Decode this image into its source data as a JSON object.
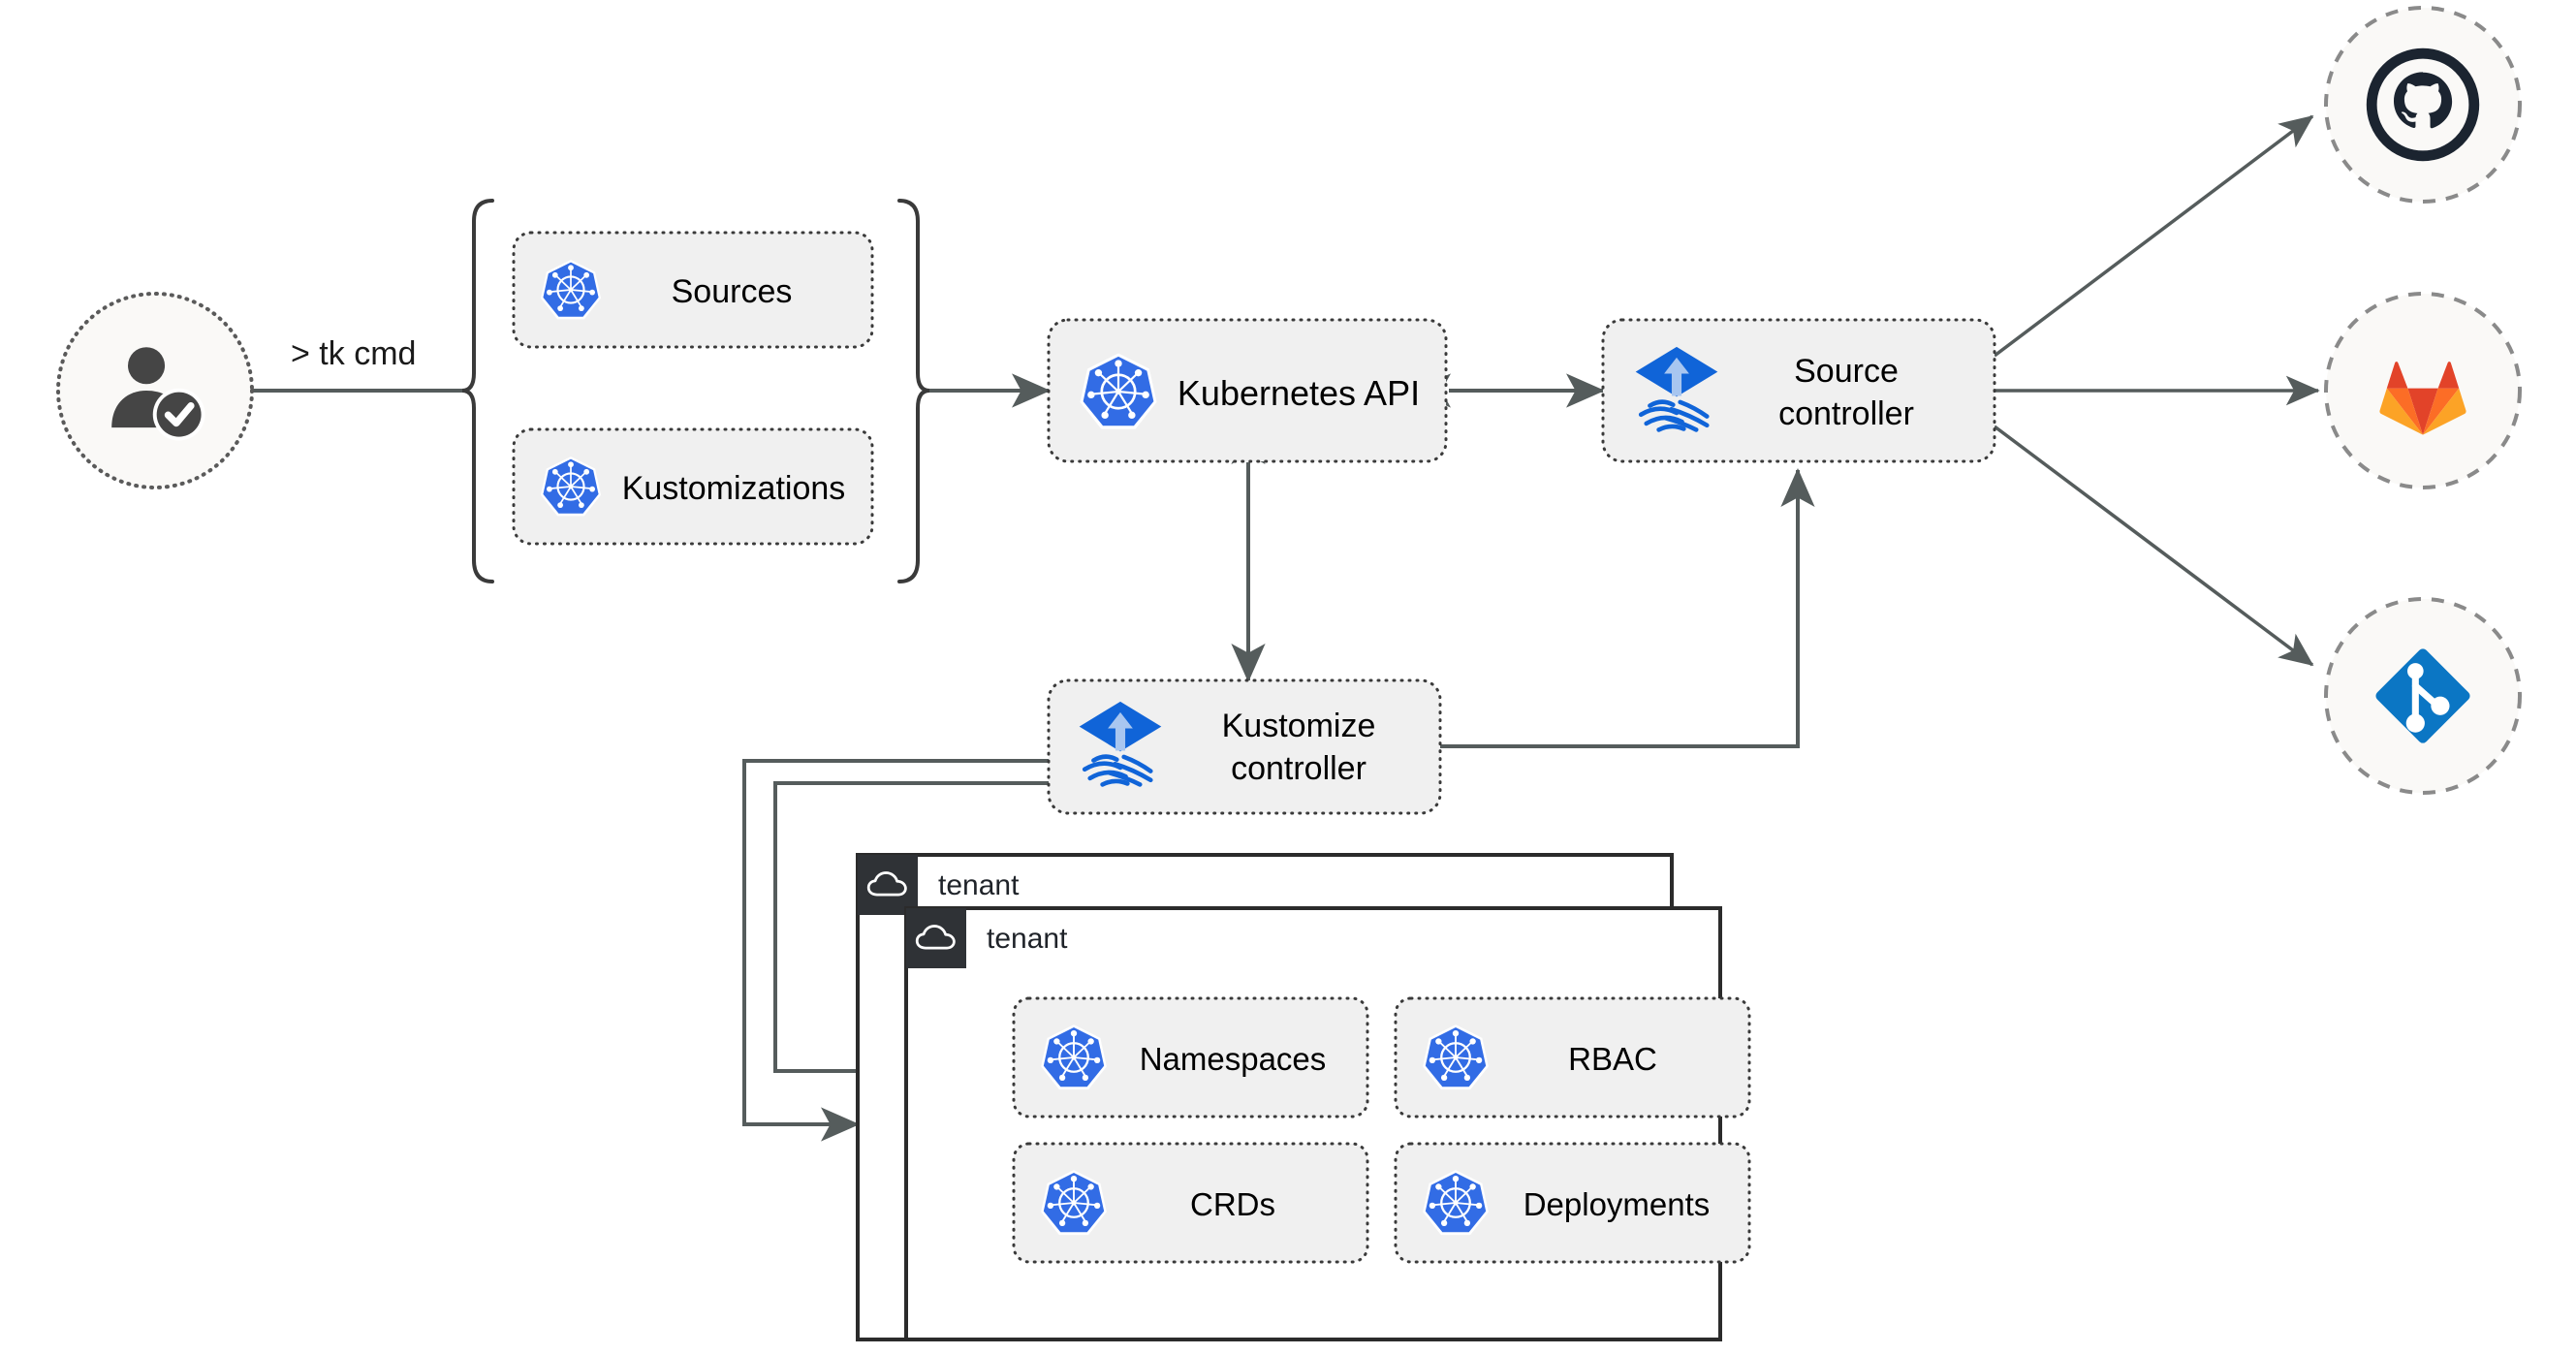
{
  "diagram": {
    "title": "Flux multi-tenancy GitOps architecture",
    "background": "#ffffff",
    "colors": {
      "kubernetes_blue": "#326CE5",
      "flux_blue": "#1064D8",
      "flux_arrow": "#A8C6F0",
      "github_dark": "#1B2430",
      "gitlab_red": "#E24329",
      "gitlab_orange": "#FC6D26",
      "gitlab_light_orange": "#FCA326",
      "git_blue": "#0B76C4",
      "node_fill": "#f0f0f0",
      "node_border": "#3a3a3a",
      "connector": "#555c5c",
      "circle_fill": "#faf9f7",
      "tenant_tab": "#2f3236",
      "tenant_border": "#2b2b2b"
    }
  },
  "actor": {
    "name": "user",
    "icon": "user-verified-icon",
    "command_label": "> tk cmd"
  },
  "manifest_group": {
    "brace": "curly-brace",
    "items": [
      {
        "label": "Sources",
        "icon": "kubernetes-icon"
      },
      {
        "label": "Kustomizations",
        "icon": "kubernetes-icon"
      }
    ]
  },
  "cluster_nodes": [
    {
      "id": "kubernetes-api",
      "label": "Kubernetes API",
      "icon": "kubernetes-icon"
    },
    {
      "id": "source-controller",
      "label_line1": "Source",
      "label_line2": "controller",
      "icon": "flux-icon"
    },
    {
      "id": "kustomize-controller",
      "label_line1": "Kustomize",
      "label_line2": "controller",
      "icon": "flux-icon"
    }
  ],
  "git_providers": [
    {
      "id": "github",
      "icon": "github-icon",
      "name": "GitHub"
    },
    {
      "id": "gitlab",
      "icon": "gitlab-icon",
      "name": "GitLab"
    },
    {
      "id": "git",
      "icon": "git-icon",
      "name": "Git"
    }
  ],
  "tenants": [
    {
      "label": "tenant",
      "icon": "cloud-icon",
      "resources": []
    },
    {
      "label": "tenant",
      "icon": "cloud-icon",
      "resources": [
        {
          "label": "Namespaces",
          "icon": "kubernetes-icon"
        },
        {
          "label": "RBAC",
          "icon": "kubernetes-icon"
        },
        {
          "label": "CRDs",
          "icon": "kubernetes-icon"
        },
        {
          "label": "Deployments",
          "icon": "kubernetes-icon"
        }
      ]
    }
  ],
  "connections": [
    {
      "from": "user",
      "to": "manifest-group",
      "label": "> tk cmd",
      "arrow": "none"
    },
    {
      "from": "manifest-group",
      "to": "kubernetes-api",
      "arrow": "single"
    },
    {
      "from": "kubernetes-api",
      "to": "source-controller",
      "arrow": "double"
    },
    {
      "from": "kubernetes-api",
      "to": "kustomize-controller",
      "arrow": "double"
    },
    {
      "from": "kustomize-controller",
      "to": "source-controller",
      "arrow": "single"
    },
    {
      "from": "source-controller",
      "to": "github",
      "arrow": "single"
    },
    {
      "from": "source-controller",
      "to": "gitlab",
      "arrow": "single"
    },
    {
      "from": "source-controller",
      "to": "git",
      "arrow": "single"
    },
    {
      "from": "kustomize-controller",
      "to": "tenant-1",
      "arrow": "single"
    },
    {
      "from": "kustomize-controller",
      "to": "tenant-2",
      "arrow": "single"
    }
  ]
}
